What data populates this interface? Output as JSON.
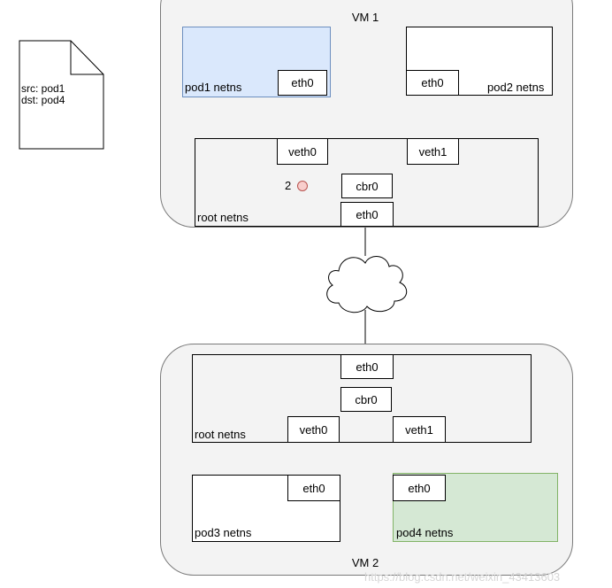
{
  "note": {
    "line1": "src: pod1",
    "line2": "dst: pod4"
  },
  "vm1": {
    "title": "VM 1",
    "pod1": {
      "label": "pod1 netns",
      "eth": "eth0",
      "fill": "#dae8fc",
      "stroke": "#6c8ebf"
    },
    "pod2": {
      "label": "pod2 netns",
      "eth": "eth0"
    },
    "root": {
      "label": "root netns",
      "veth0": "veth0",
      "veth1": "veth1",
      "cbr0": "cbr0",
      "eth": "eth0"
    },
    "step_marker": {
      "label": "2",
      "fill": "#f8cecc",
      "stroke": "#b85450"
    }
  },
  "vm2": {
    "title": "VM 2",
    "root": {
      "label": "root netns",
      "eth": "eth0",
      "cbr0": "cbr0",
      "veth0": "veth0",
      "veth1": "veth1"
    },
    "pod3": {
      "label": "pod3 netns",
      "eth": "eth0"
    },
    "pod4": {
      "label": "pod4 netns",
      "eth": "eth0",
      "fill": "#d5e8d4",
      "stroke": "#82b366"
    }
  },
  "watermark": "https://blog.csdn.net/weixin_43413603"
}
